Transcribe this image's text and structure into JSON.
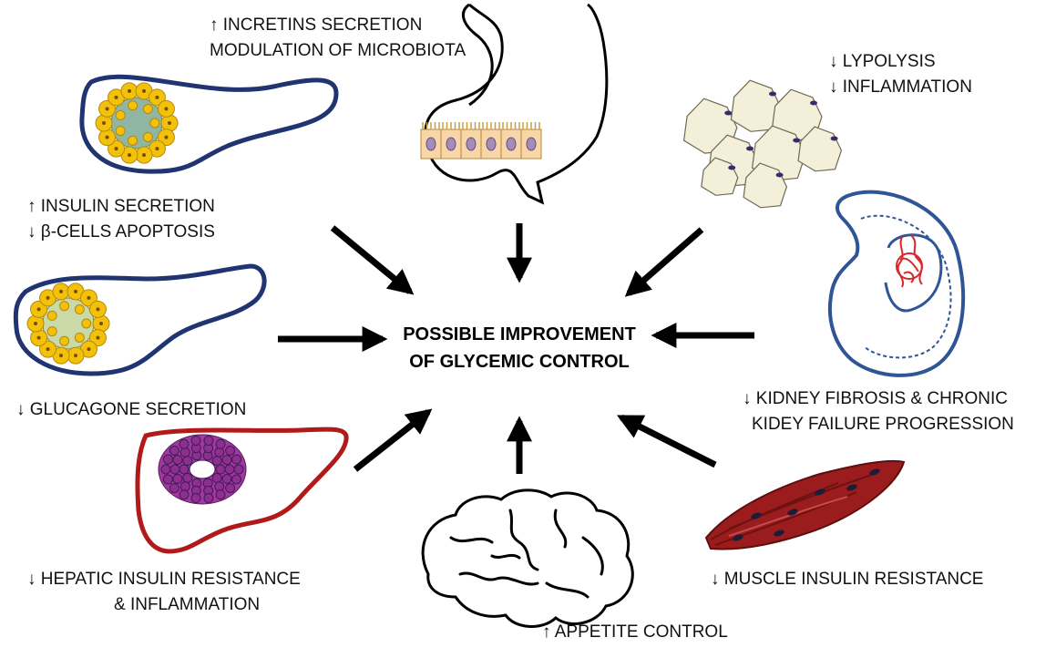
{
  "center": {
    "line1": "POSSIBLE IMPROVEMENT",
    "line2": "OF GLYCEMIC CONTROL"
  },
  "labels": {
    "gut": {
      "line1": "↑ INCRETINS SECRETION",
      "line2": "MODULATION OF MICROBIOTA"
    },
    "adipose": {
      "line1": "↓ LYPOLYSIS",
      "line2": "↓ INFLAMMATION"
    },
    "pancreas_beta": {
      "line1": "↑ INSULIN SECRETION",
      "line2": "↓ β-CELLS APOPTOSIS"
    },
    "pancreas_alpha": {
      "line1": "↓ GLUCAGONE SECRETION"
    },
    "kidney": {
      "line1": "↓ KIDNEY FIBROSIS & CHRONIC",
      "line2": "KIDEY FAILURE PROGRESSION"
    },
    "liver": {
      "line1": "↓ HEPATIC INSULIN RESISTANCE",
      "line2": "& INFLAMMATION"
    },
    "brain": {
      "line1": "↑ APPETITE CONTROL"
    },
    "muscle": {
      "line1": "↓ MUSCLE INSULIN RESISTANCE"
    }
  },
  "colors": {
    "pancreas_outline": "#1f3470",
    "liver_outline": "#b01a1a",
    "kidney_outline": "#2f5597",
    "islet_yellow": "#f2c20a",
    "hepatocyte_purple": "#8e2f8e",
    "muscle_red": "#9b1c1c",
    "adipocyte_fill": "#f4efd8",
    "enterocyte_fill": "#f7d7a8",
    "arrow": "#000000"
  },
  "icons": [
    "pancreas-beta-icon",
    "pancreas-alpha-icon",
    "stomach-gut-icon",
    "adipose-tissue-icon",
    "kidney-icon",
    "liver-icon",
    "brain-icon",
    "muscle-icon"
  ]
}
